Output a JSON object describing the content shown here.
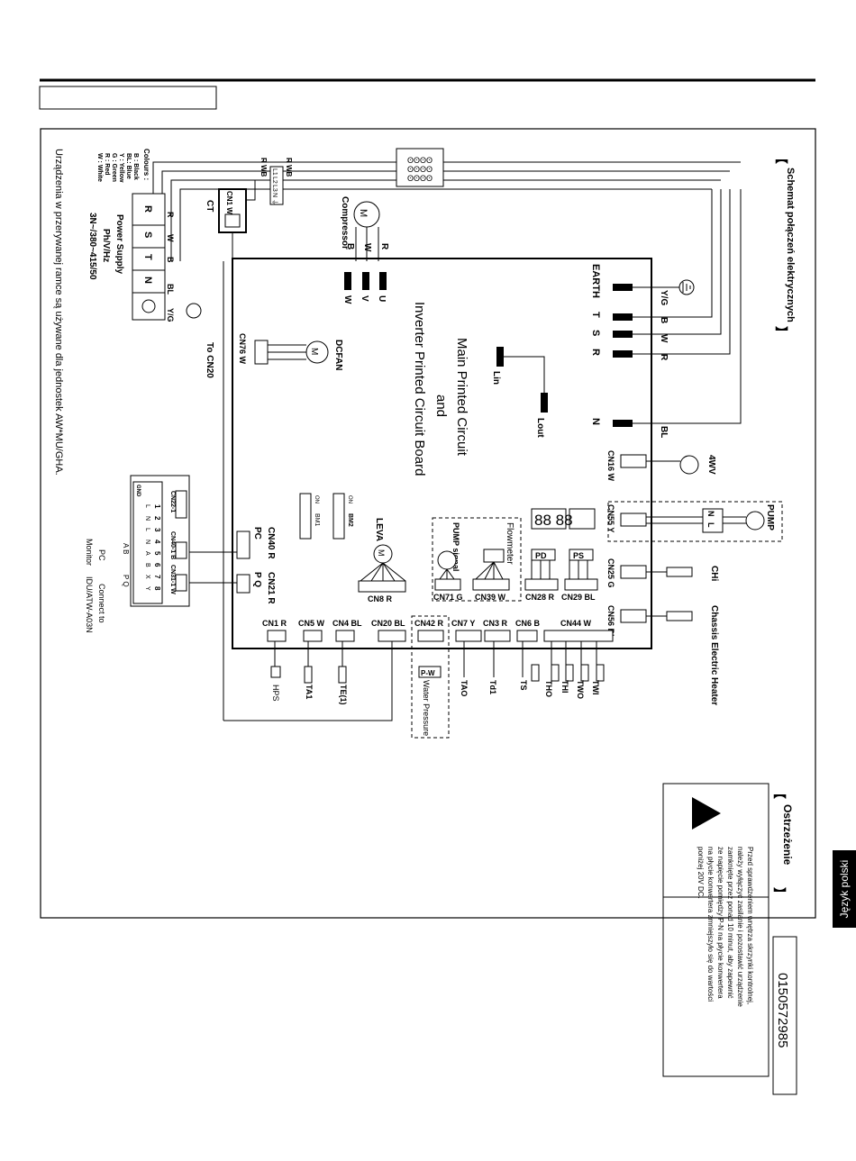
{
  "title": "Schemat połączeń elektrycznych",
  "board": {
    "line1": "Main Printed Circuit",
    "line2": "and",
    "line3": "Inverter Printed Circuit Board"
  },
  "terminals_top": [
    "EARTH",
    "T",
    "S",
    "R",
    "N"
  ],
  "top_wire_colors": [
    "Y/G",
    "B",
    "W",
    "R",
    "BL"
  ],
  "top_connectors": [
    "CN16 W",
    "CN55 Y",
    "CN25 G",
    "CN56 BL"
  ],
  "top_devices": [
    "4WV",
    "PUMP",
    "CHi",
    "Chassis Electric Heater"
  ],
  "pump_terminals": [
    "N",
    "L"
  ],
  "compressor": {
    "label": "Compressor",
    "motor": "M",
    "wire_colors": [
      "R",
      "W",
      "B"
    ],
    "terminals": [
      "U",
      "V",
      "W"
    ]
  },
  "lin": "Lin",
  "lout": "Lout",
  "lw_labels": [
    "R WB",
    "R WB"
  ],
  "terminal_block_codes": [
    "L1",
    "L2",
    "L3",
    "N",
    "⏚"
  ],
  "dcfan": {
    "label": "DCFAN",
    "connector": "CN76 W",
    "motor": "M"
  },
  "to_cn20": "To CN20",
  "display": {
    "digits": "88 88"
  },
  "pd": "PD",
  "ps": "PS",
  "flowmeter": "Flowmeter",
  "pump_signal": "PUMP signal",
  "sensor_connectors": [
    "CN71 G",
    "CN39 W",
    "CN28 R",
    "CN29 BL"
  ],
  "leva": {
    "label": "LEVA",
    "connector": "CN8 R",
    "motor": "M"
  },
  "bm": [
    "BM1",
    "BM2",
    "ON",
    "ON"
  ],
  "cn40": [
    "CN40 R",
    "PC"
  ],
  "cn21": [
    "CN21 R",
    "P Q"
  ],
  "bottom_connectors": [
    "CN1 R",
    "CN5 W",
    "CN4 BL",
    "CN20 BL",
    "CN42 R",
    "CN7 Y",
    "CN3 R",
    "CN6 B",
    "CN44 W"
  ],
  "bottom_sensors": [
    "HPS",
    "TA1",
    "TE(1)",
    "Water Pressure",
    "TAO",
    "Td1",
    "TS",
    "THO",
    "THI",
    "TWO",
    "TWI"
  ],
  "pw": "P-W",
  "ct": "CT",
  "cn1w": "CN1 W",
  "colours": [
    "Colours :",
    "B : Black",
    "BL: Blue",
    "Y : Yellow",
    "G : Green",
    "R : Red",
    "W : White"
  ],
  "power_supply": {
    "terminals": [
      "R",
      "S",
      "T",
      "N"
    ],
    "wire_colors": [
      "R",
      "W",
      "B",
      "BL",
      "Y/G"
    ],
    "label1": "Power Supply",
    "label2": "Ph/V/Hz",
    "label3": "3N~/380~415/50"
  },
  "aux_board": {
    "cn22": "CN22-1",
    "gnd": "GND",
    "pins_top": [
      "1",
      "2",
      "3",
      "4",
      "5",
      "6",
      "7",
      "8"
    ],
    "pins_bottom": [
      "L",
      "N",
      "L",
      "N",
      "A",
      "B",
      "X",
      "Y"
    ],
    "cn40_1": "CN40-1 B",
    "cn31_1": "CN31-1 W",
    "ab": "A B",
    "pq": "P Q",
    "pc": "PC",
    "monitor": "Monitor",
    "connect": "Connect to",
    "idu": "IDU/ATW-A03N"
  },
  "note": "Urządzenia w przerywanej ramce są używane dla jednostek AW*MU/GHA.",
  "warning": {
    "title": "Ostrzeżenie",
    "lines": [
      "Przed sprawdzeniem wnętrza skrzynki kontrolnej,",
      "należy wyłączyć zasilanie i pozostawić urządzenie",
      "zamknięte przez ponad 10 minut, aby zapewnić",
      "że napięcie pomiędzy P-N na płycie konwertera",
      "na płycie konwertera zmniejszyło się do wartości",
      "poniżej 20V DC."
    ]
  },
  "part_number": "0150572985",
  "language_tab": "Język polski"
}
